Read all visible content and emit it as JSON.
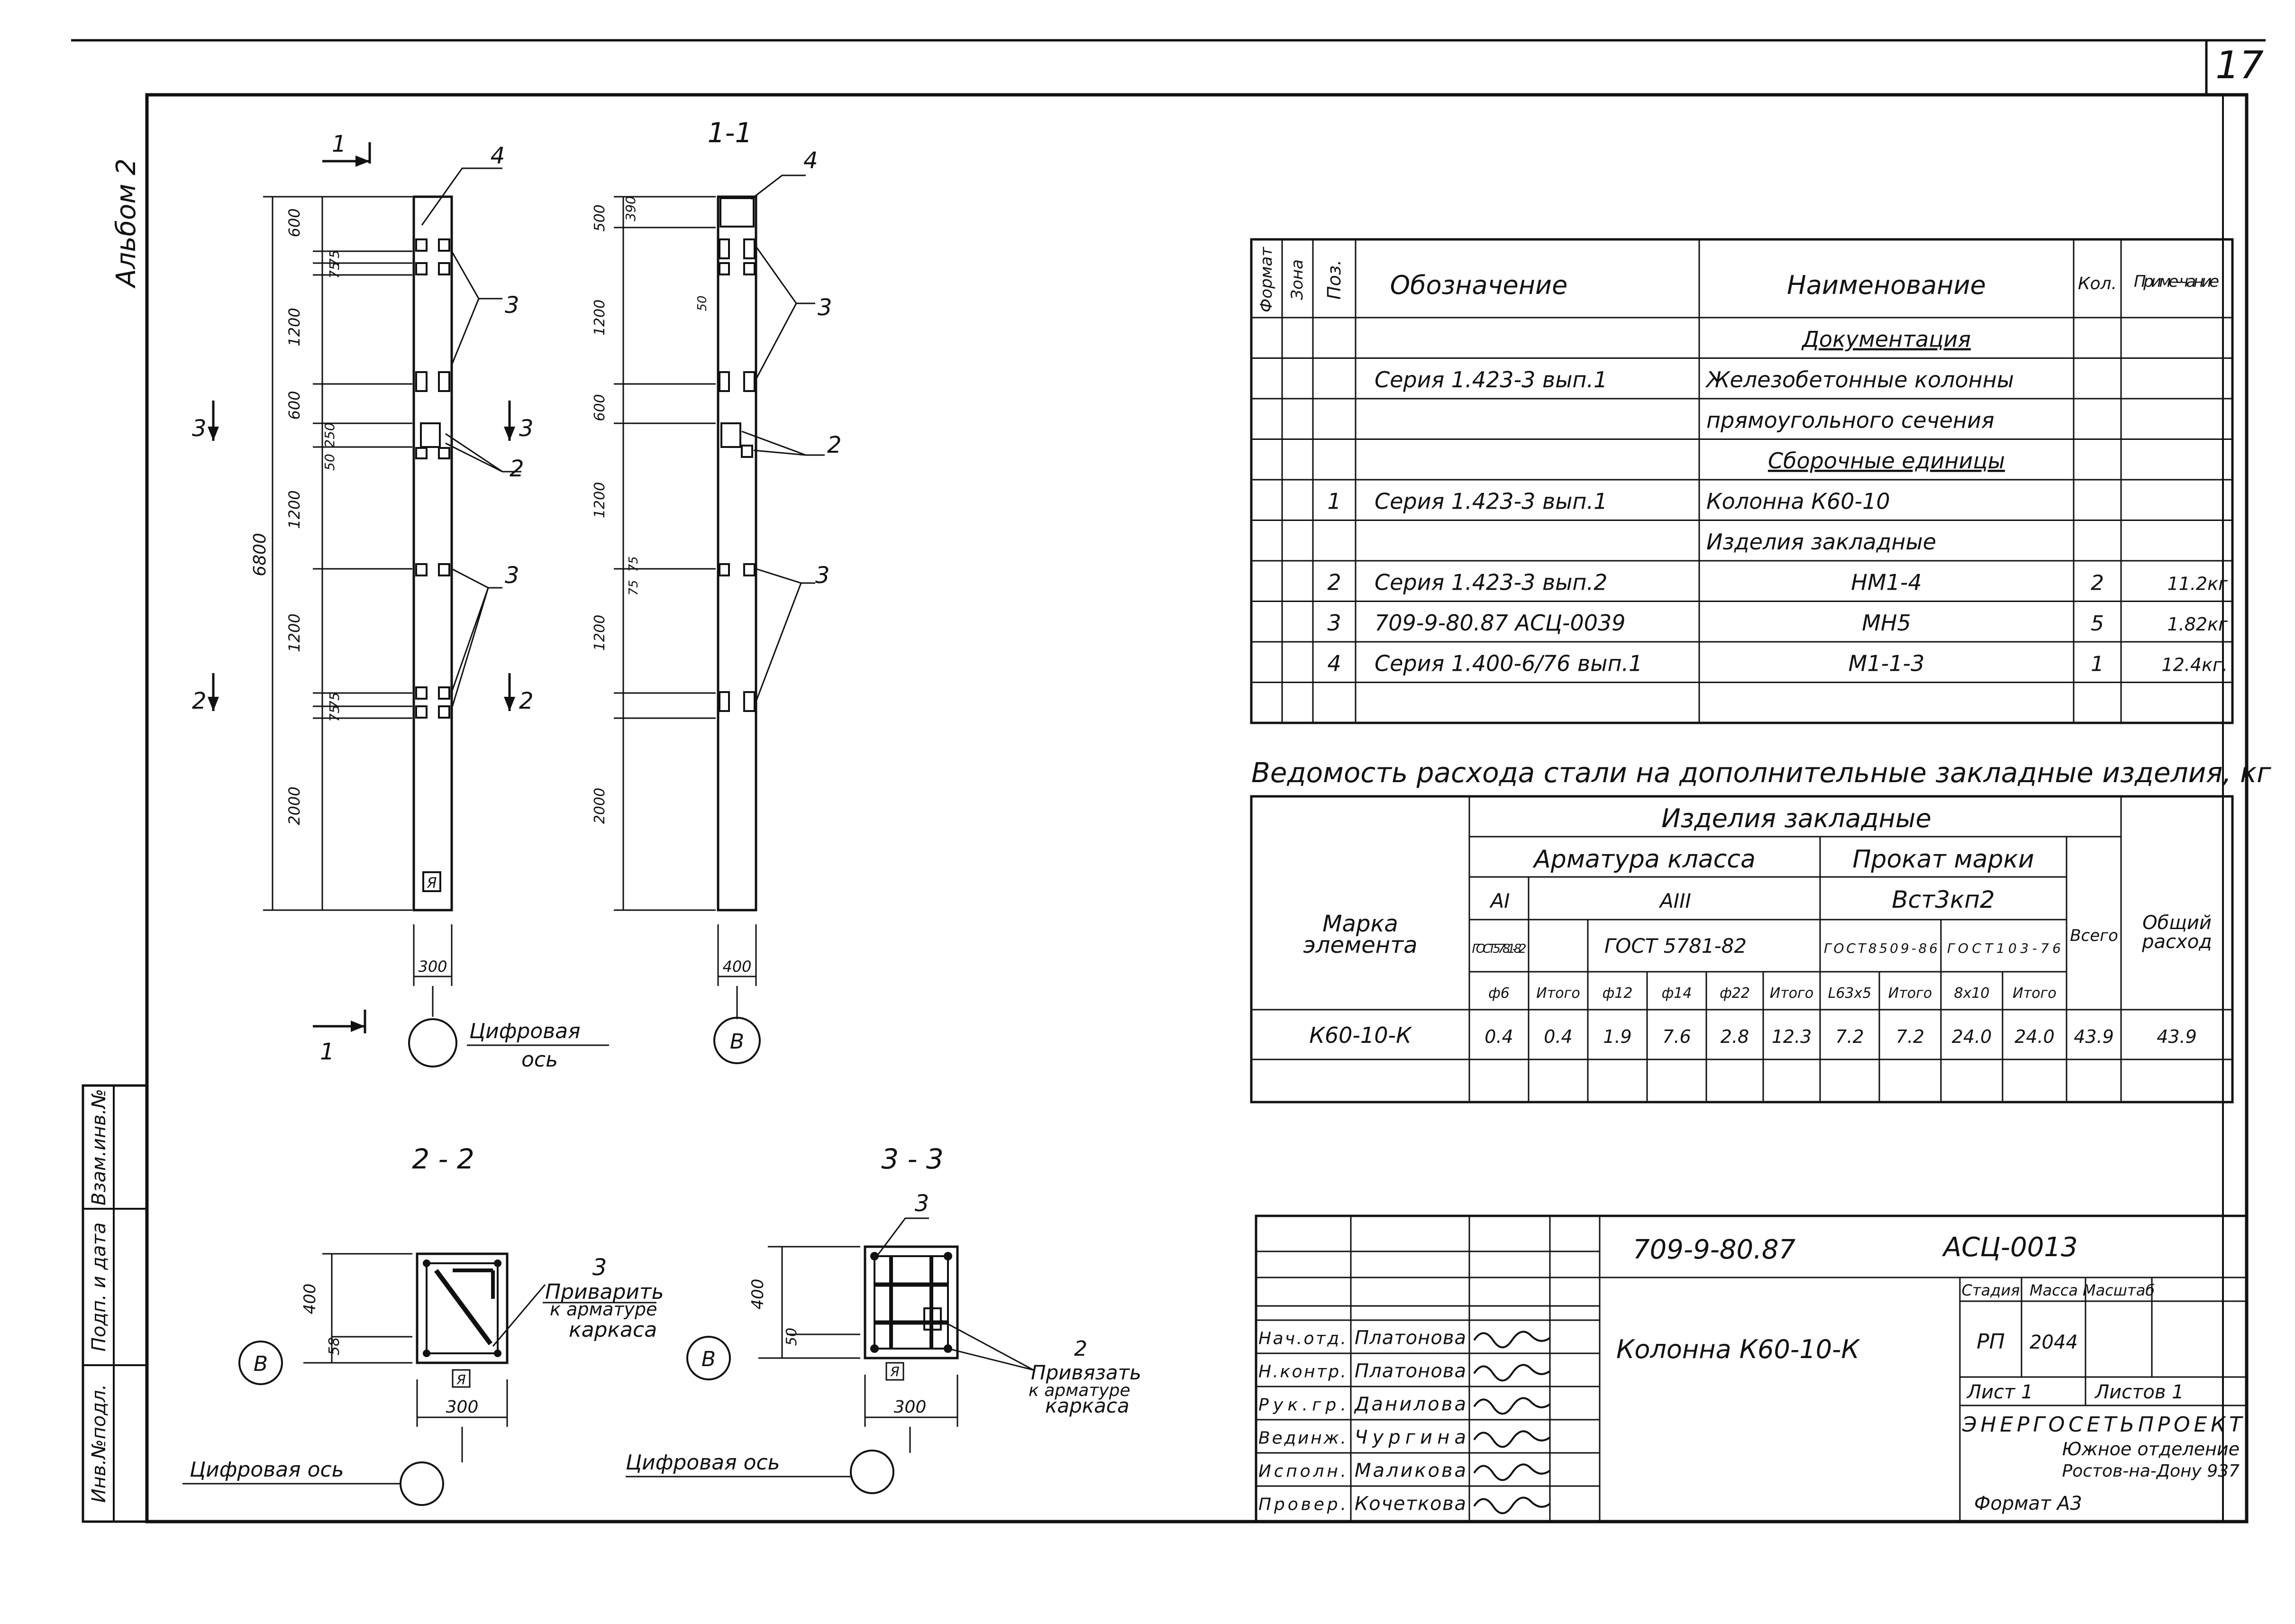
{
  "sheet_number": "17",
  "album": "Альбом 2",
  "side_stamp": [
    "Инв.№подл.",
    "Подп. и дата",
    "Взам.инв.№"
  ],
  "elevation": {
    "title_section": "1-1",
    "cut_1": "1",
    "cut_2": "2",
    "cut_3": "3",
    "overall": "6800",
    "dims_left": [
      "600",
      "75",
      "75",
      "1200",
      "600",
      "250",
      "50",
      "1200",
      "1200",
      "75",
      "75",
      "2000"
    ],
    "dims_section": [
      "500",
      "390",
      "1200",
      "50",
      "600",
      "1200",
      "75",
      "75",
      "1200",
      "2000"
    ],
    "width_left": "300",
    "width_section": "400",
    "pos_labels": [
      "4",
      "3",
      "2",
      "3",
      "4",
      "3",
      "2",
      "3"
    ],
    "mark_a": "Я",
    "axis_caption_line1": "Цифровая",
    "axis_caption_line2": "ось",
    "axis_letter": "В",
    "cut_labels": [
      "1",
      "3",
      "3",
      "2",
      "2",
      "1"
    ]
  },
  "spec_table": {
    "headers": [
      "Формат",
      "Зона",
      "Поз.",
      "Обозначение",
      "Наименование",
      "Кол.",
      "Приме-чание"
    ],
    "rows": [
      {
        "pos": "",
        "designation": "",
        "name": "Документация",
        "qty": "",
        "note": ""
      },
      {
        "pos": "",
        "designation": "Серия 1.423-3 вып.1",
        "name": "Железобетонные колонны",
        "qty": "",
        "note": ""
      },
      {
        "pos": "",
        "designation": "",
        "name": "прямоугольного сечения",
        "qty": "",
        "note": ""
      },
      {
        "pos": "",
        "designation": "",
        "name": "Сборочные единицы",
        "qty": "",
        "note": ""
      },
      {
        "pos": "1",
        "designation": "Серия 1.423-3 вып.1",
        "name": "Колонна К60-10",
        "qty": "",
        "note": ""
      },
      {
        "pos": "",
        "designation": "",
        "name": "Изделия закладные",
        "qty": "",
        "note": ""
      },
      {
        "pos": "2",
        "designation": "Серия 1.423-3 вып.2",
        "name": "НМ1-4",
        "qty": "2",
        "note": "11.2кг"
      },
      {
        "pos": "3",
        "designation": "709-9-80.87 АСЦ-0039",
        "name": "МН5",
        "qty": "5",
        "note": "1.82кг"
      },
      {
        "pos": "4",
        "designation": "Серия 1.400-6/76 вып.1",
        "name": "М1-1-3",
        "qty": "1",
        "note": "12.4кг."
      },
      {
        "pos": "",
        "designation": "",
        "name": "",
        "qty": "",
        "note": ""
      }
    ]
  },
  "steel_table": {
    "title": "Ведомость расхода стали на дополнительные закладные изделия, кг",
    "mark_header": "Марка элемента",
    "group_header": "Изделия закладные",
    "armature_header": "Арматура класса",
    "rolled_header": "Прокат марки",
    "class_ai": "АI",
    "class_aiii": "АIII",
    "grade": "Вст3кп2",
    "gost_1": "ГОСТ5781-82",
    "gost_2": "ГОСТ 5781-82",
    "gost_3": "ГОСТ8509-86",
    "gost_4": "ГОСТ103-76",
    "total_header": "Всего",
    "grand_header": "Общий расход",
    "sub_headers": [
      "ф6",
      "Итого",
      "ф12",
      "ф14",
      "ф22",
      "Итого",
      "L63x5",
      "Итого",
      "8x10",
      "Итого"
    ],
    "row": {
      "mark": "К60-10-К",
      "values": [
        "0.4",
        "0.4",
        "1.9",
        "7.6",
        "2.8",
        "12.3",
        "7.2",
        "7.2",
        "24.0",
        "24.0",
        "43.9",
        "43.9"
      ]
    }
  },
  "sections": {
    "s2_title": "2 - 2",
    "s3_title": "3 - 3",
    "s2_dims": [
      "400",
      "58",
      "300"
    ],
    "s3_dims": [
      "400",
      "50",
      "300"
    ],
    "s2_note_pos": "3",
    "s2_note": [
      "Приварить",
      "к арматуре",
      "каркаса"
    ],
    "s3_note_pos": "2",
    "s3_note": [
      "Привязать",
      "к арматуре",
      "каркаса"
    ],
    "s3_top_pos": "3",
    "axis_caption": "Цифровая ось",
    "axis_letter": "В",
    "mark_a": "Я"
  },
  "title_block": {
    "code": "709-9-80.87",
    "doc": "АСЦ-0013",
    "title": "Колонна К60-10-К",
    "stage_header": "Стадия",
    "mass_header": "Масса",
    "scale_header": "Масштаб",
    "stage": "РП",
    "mass": "2044",
    "sheet": "Лист 1",
    "sheets": "Листов 1",
    "org1": "ЭНЕРГОСЕТЬПРОЕКТ",
    "org2": "Южное отделение",
    "org3": "Ростов-на-Дону 937",
    "format": "Формат А3",
    "people": [
      {
        "role": "Нач.отд.",
        "name": "Платонова"
      },
      {
        "role": "Н.контр.",
        "name": "Платонова"
      },
      {
        "role": "Рук.гр.",
        "name": "Данилова"
      },
      {
        "role": "Вединж.",
        "name": "Чургина"
      },
      {
        "role": "Исполн.",
        "name": "Маликова"
      },
      {
        "role": "Провер.",
        "name": "Кочеткова"
      }
    ]
  }
}
